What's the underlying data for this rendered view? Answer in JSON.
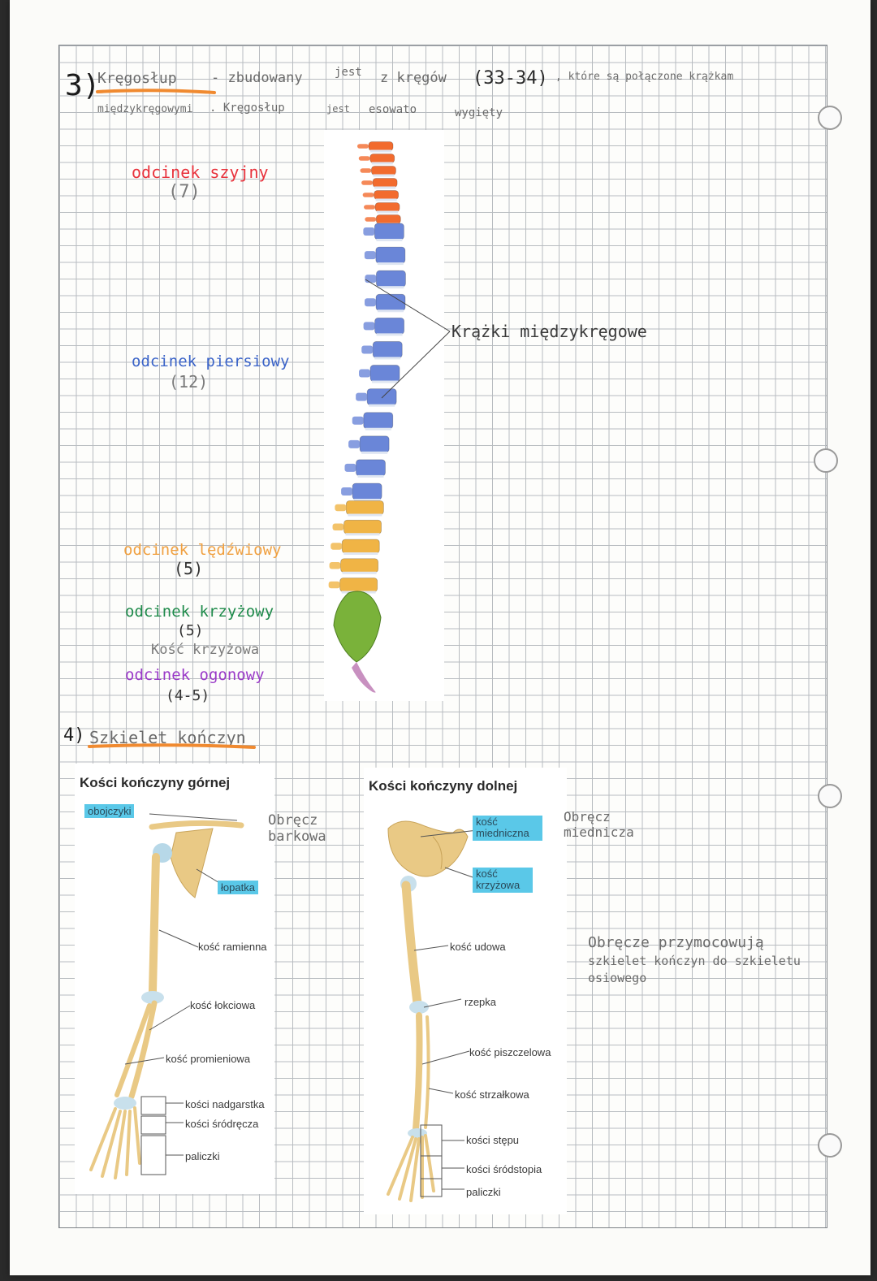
{
  "section3": {
    "number": "3)",
    "line1": [
      {
        "text": "Kręgosłup",
        "color": "#6a6a6a"
      },
      {
        "text": "- zbudowany",
        "color": "#6a6a6a"
      },
      {
        "text": "jest",
        "color": "#6a6a6a"
      },
      {
        "text": "z kręgów",
        "color": "#6a6a6a"
      },
      {
        "text": "(33-34)",
        "color": "#2a2a2a"
      },
      {
        "text": ", które są połączone krążkam",
        "color": "#6a6a6a"
      }
    ],
    "line2": [
      {
        "text": "międzykręgowymi",
        "color": "#6a6a6a"
      },
      {
        "text": ". Kręgosłup",
        "color": "#6a6a6a"
      },
      {
        "text": "jest",
        "color": "#6a6a6a"
      },
      {
        "text": "esowato",
        "color": "#6a6a6a"
      },
      {
        "text": "wygięty",
        "color": "#6a6a6a"
      }
    ],
    "segments": [
      {
        "name": "odcinek szyjny",
        "count": "(7)",
        "color": "#e8323c"
      },
      {
        "name": "odcinek piersiowy",
        "count": "(12)",
        "color": "#3a63c8"
      },
      {
        "name": "odcinek lędźwiowy",
        "count": "(5)",
        "color": "#f0a040"
      },
      {
        "name": "odcinek krzyżowy",
        "count": "(5)",
        "color": "#1e8a4a",
        "note": "Kość krzyżowa"
      },
      {
        "name": "odcinek ogonowy",
        "count": "(4-5)",
        "color": "#9a3ac8"
      }
    ],
    "disc_label": "Krążki międzykręgowe"
  },
  "section4": {
    "number": "4)",
    "title": "Szkielet kończyn",
    "upper": {
      "title": "Kości kończyny górnej",
      "labels": {
        "clavicle": "obojczyki",
        "scapula": "łopatka",
        "humerus": "kość ramienna",
        "ulna": "kość łokciowa",
        "radius": "kość promieniowa",
        "carpals": "kości nadgarstka",
        "metacarpals": "kości śródręcza",
        "phalanges": "paliczki"
      },
      "note": "Obręcz barkowa"
    },
    "lower": {
      "title": "Kości kończyny dolnej",
      "labels": {
        "hip": "kość miedniczna",
        "sacrum": "kość krzyżowa",
        "femur": "kość udowa",
        "patella": "rzepka",
        "tibia": "kość piszczelowa",
        "fibula": "kość strzałkowa",
        "tarsals": "kości stępu",
        "metatarsals": "kości śródstopia",
        "phalanges": "paliczki"
      },
      "note": "Obręcz miednicza"
    },
    "side_note": [
      "Obręcze przymocowują",
      "szkielet kończyn do szkieletu",
      "osiowego"
    ]
  },
  "colors": {
    "cervical": "#f26b2e",
    "thoracic": "#6a86d8",
    "lumbar": "#f0b445",
    "sacral": "#7ab23a",
    "coccyx": "#c890c0",
    "bone": "#e9c985",
    "highlight": "#5ac8e8"
  }
}
